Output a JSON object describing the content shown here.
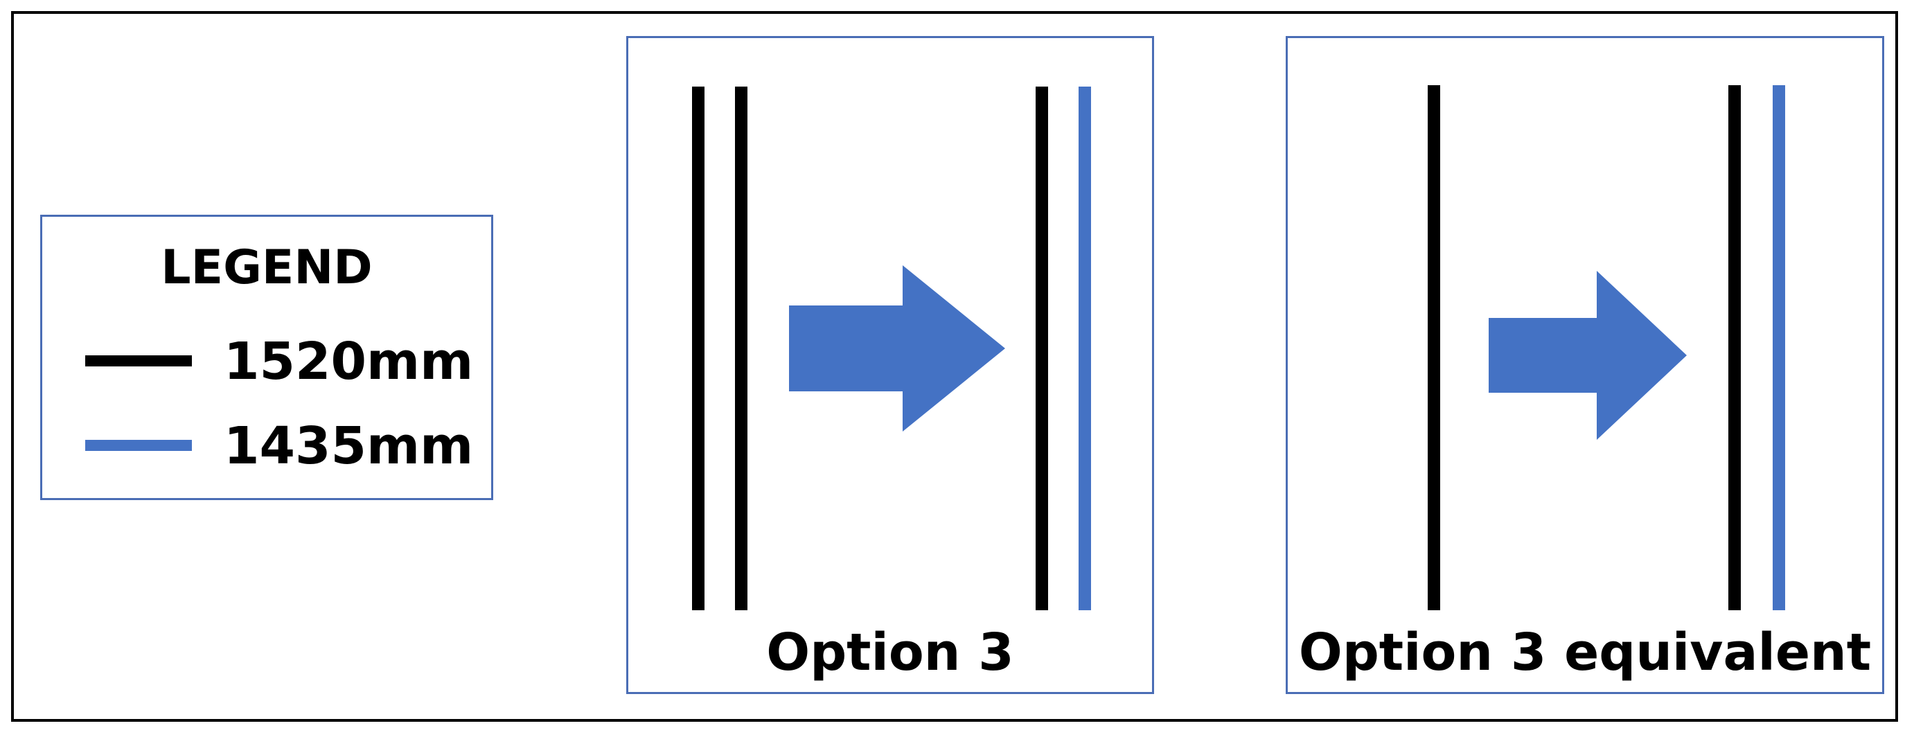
{
  "legend": {
    "title": "LEGEND",
    "items": [
      {
        "label": "1520mm",
        "color": "#000000"
      },
      {
        "label": "1435mm",
        "color": "#4472c4"
      }
    ]
  },
  "options": [
    {
      "label": "Option 3"
    },
    {
      "label": "Option 3 equivalent"
    }
  ],
  "colors": {
    "arrow": "#4472c4",
    "track_1520": "#000000",
    "track_1435": "#4472c4",
    "panel_border": "#4a6db5"
  }
}
